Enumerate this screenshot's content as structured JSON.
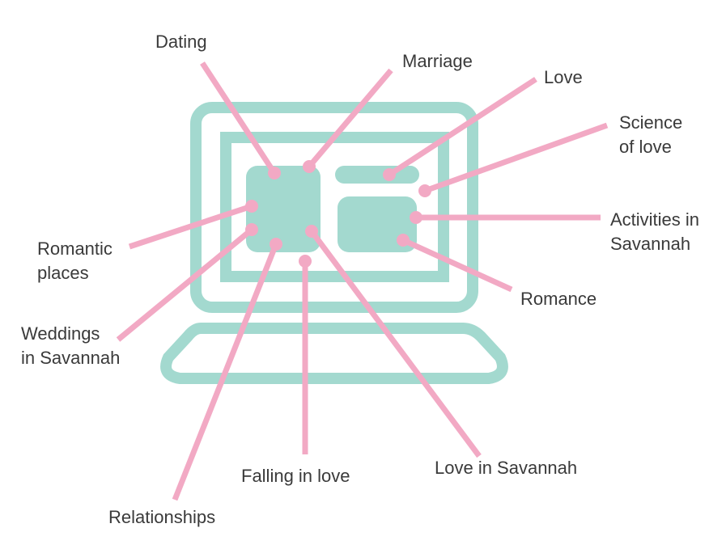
{
  "colors": {
    "laptop": "#a3d9cf",
    "leader": "#f2a9c4",
    "text": "#3a3a3a",
    "background": "#ffffff"
  },
  "labels": {
    "dating": "Dating",
    "marriage": "Marriage",
    "love": "Love",
    "science_of_love": [
      "Science",
      "of love"
    ],
    "activities_in_savannah": [
      "Activities in",
      "Savannah"
    ],
    "romance": "Romance",
    "romantic_places": [
      "Romantic",
      "places"
    ],
    "weddings_in_savannah": [
      "Weddings",
      "in Savannah"
    ],
    "relationships": "Relationships",
    "falling_in_love": "Falling in love",
    "love_in_savannah": "Love in Savannah"
  }
}
